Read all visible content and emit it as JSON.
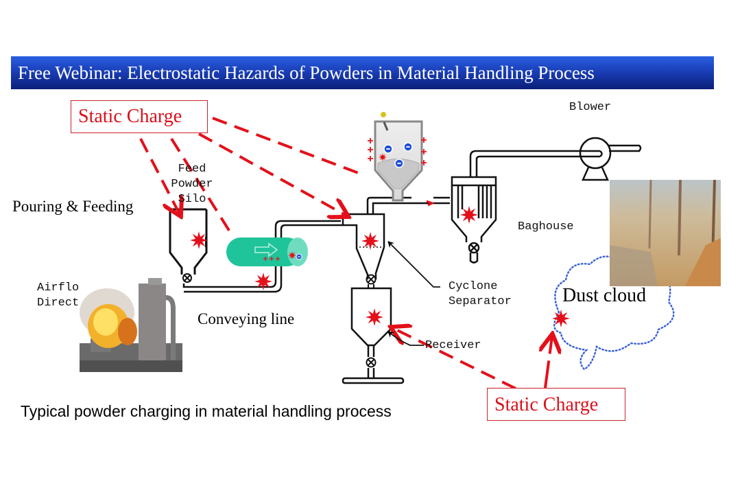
{
  "title": "Free Webinar: Electrostatic Hazards of Powders in Material Handling Process",
  "callouts": [
    {
      "label": "Static Charge"
    },
    {
      "label": "Static Charge"
    }
  ],
  "labels": {
    "pouring_feeding": "Pouring & Feeding",
    "feed_powder_silo": "Feed\nPowder\nSilo",
    "airflow_direction": "Airflo\nDirect",
    "conveying_line": "Conveying line",
    "blower": "Blower",
    "baghouse": "Baghouse",
    "cyclone_separator": "Cyclone\nSeparator",
    "receiver": "Receiver",
    "dust_cloud": "Dust cloud"
  },
  "caption": "Typical powder charging in material handling process",
  "colors": {
    "title_bar": "#1a3fb8",
    "accent_red": "#e3101a",
    "charge_negative": "#1f4fd8",
    "conveying_pipe": "#20c49a",
    "dust_cloud_outline": "#3a62d8"
  },
  "icons": {
    "spark": "spark-icon",
    "positive_charge": "plus-charge-icon",
    "negative_charge": "minus-charge-icon",
    "flow_arrow": "flow-arrow-icon",
    "valve": "rotary-valve-icon"
  }
}
